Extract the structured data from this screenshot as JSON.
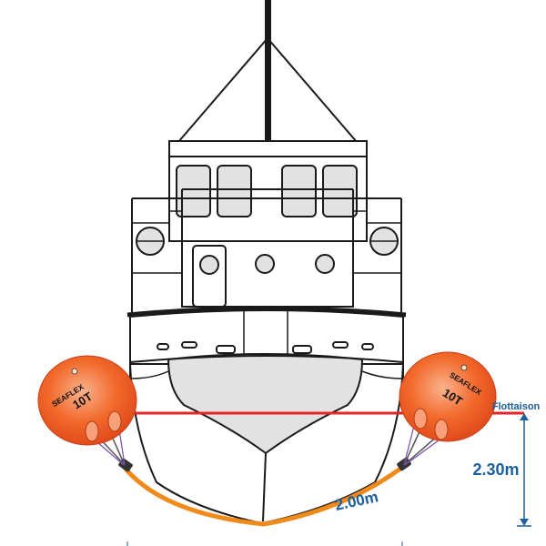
{
  "diagram": {
    "waterline_label": "Flottaison",
    "draft_label": "2.30m",
    "sling_label": "2.00m",
    "buoys": [
      {
        "brand": "SEAFLEX",
        "capacity": "10T"
      },
      {
        "brand": "SEAFLEX",
        "capacity": "10T"
      }
    ]
  },
  "colors": {
    "hull_stroke": "#1a1a1a",
    "hull_fill": "#ffffff",
    "grey_fill": "#e2e2e2",
    "buoy_orange": "#f05a1e",
    "buoy_light": "#f7a07a",
    "sling": "#f08a1a",
    "waterline": "#e3262b",
    "dimension": "#1c5f9e"
  },
  "icons": [
    "porthole-icon",
    "dimension-arrow-icon"
  ]
}
